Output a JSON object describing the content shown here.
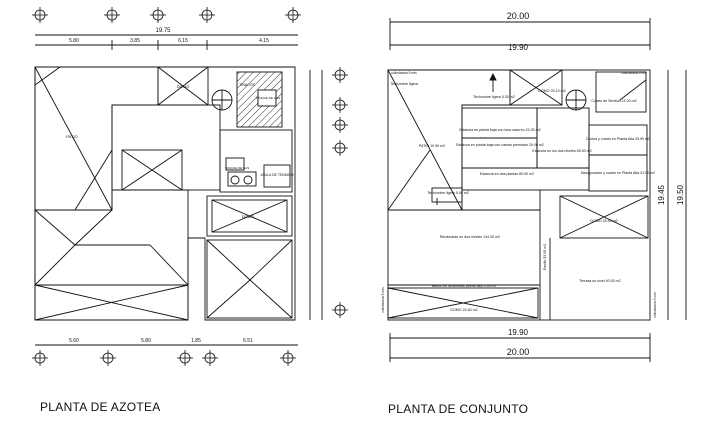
{
  "titles": {
    "azotea": "PLANTA DE AZOTEA",
    "conjunto": "PLANTA DE CONJUNTO"
  },
  "azotea": {
    "top_total": "19.75",
    "top_segments": [
      "5.80",
      "3.85",
      "6.15",
      "4.15"
    ],
    "bottom_segments": [
      "5.60",
      "5.80",
      "1.85",
      "6.51"
    ],
    "labels": {
      "domo_patio": "PATIO",
      "domo_1": "DOMO",
      "domo_2": "DOMO",
      "tinacos": "TINACOS",
      "tanque": "TANQUE DE GAS",
      "tanque_1": "TANQUE DE GAS",
      "jaula": "JAULA DE TENDIDO"
    }
  },
  "conjunto": {
    "top_dim_1": "20.00",
    "top_dim_2": "19.90",
    "bottom_dim_1": "19.90",
    "bottom_dim_2": "20.00",
    "right_dim_1": "19.45",
    "right_dim_2": "19.50",
    "rooms": [
      {
        "text": "Techumbre ligera"
      },
      {
        "text": "Techumbre ligera 5.30 m2"
      },
      {
        "text": "DOMO 25.10 m2"
      },
      {
        "text": "Cuarto de Servicio 11.00 m2"
      },
      {
        "text": "PATIO 10.90 m2"
      },
      {
        "text": "Estancia en planta baja con losa casa en 22.30 m2"
      },
      {
        "text": "Estancia en planta baja con camas prensado 29.00 m2"
      },
      {
        "text": "Estancia en los dos nivelés 45.00 m2"
      },
      {
        "text": "Cocina y cuarto en Planta Alta 25.90 m2"
      },
      {
        "text": "Desayunador y cuarto en Planta Alta 31.00 m2"
      },
      {
        "text": "Estancia en dos plantas 60.00 m2"
      },
      {
        "text": "Techumbre ligera 5.00 m2"
      },
      {
        "text": "DOMO 25.43 m2"
      },
      {
        "text": "Recámaras en dos niveles 144.30 m2"
      },
      {
        "text": "Terraza un nivel 40.00 m2"
      },
      {
        "text": "Baños en recámaras planta alta 5.28 m2"
      },
      {
        "text": "DOMO 24.60 m2"
      },
      {
        "text": "Pasillo 53.00 m2"
      }
    ],
    "side_labels": [
      {
        "text": "colindancia 5 mts"
      },
      {
        "text": "colindancia 5 mts"
      },
      {
        "text": "colindancia 5 mts"
      },
      {
        "text": "colindancia 5 mts"
      }
    ]
  },
  "colors": {
    "line": "#111111",
    "hatch": "#333333",
    "axis_line": "#444444"
  }
}
